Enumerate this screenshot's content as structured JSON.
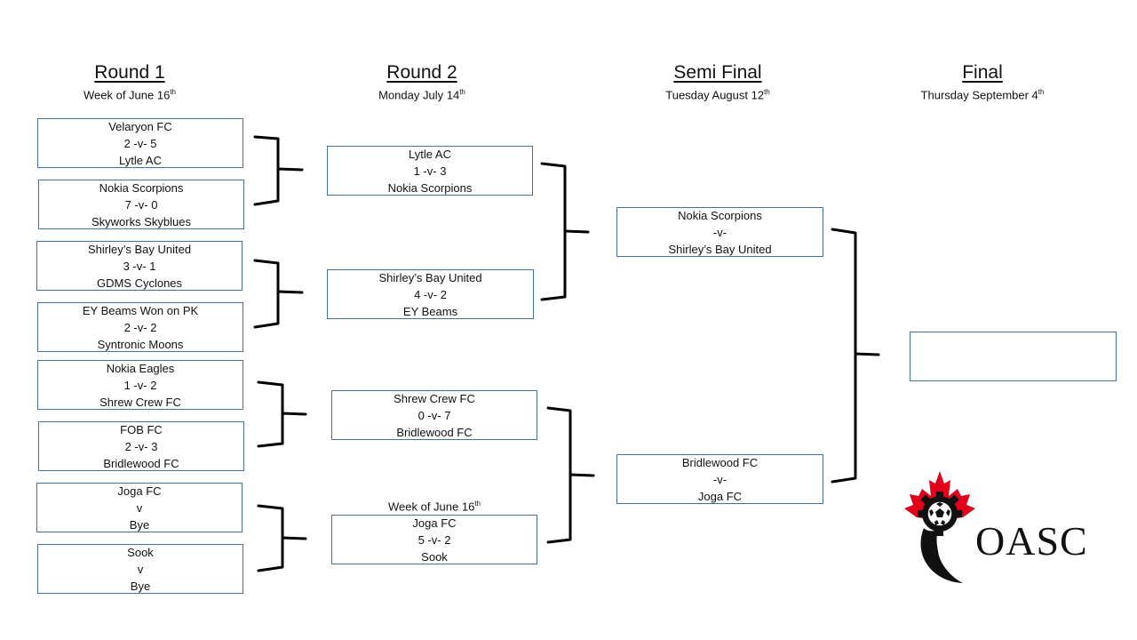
{
  "rounds": [
    {
      "title": "Round 1",
      "date": "Week of June 16",
      "date_suffix": "th"
    },
    {
      "title": "Round 2",
      "date": "Monday July 14",
      "date_suffix": "th"
    },
    {
      "title": "Semi Final",
      "date": "Tuesday August 12",
      "date_suffix": "th"
    },
    {
      "title": "Final",
      "date": "Thursday September 4",
      "date_suffix": "th"
    }
  ],
  "round1": [
    {
      "team1": "Velaryon FC",
      "score": "2 -v- 5",
      "team2": "Lytle AC"
    },
    {
      "team1": "Nokia Scorpions",
      "score": "7 -v- 0",
      "team2": "Skyworks Skyblues"
    },
    {
      "team1": "Shirley’s Bay United",
      "score": "3 -v- 1",
      "team2": "GDMS Cyclones"
    },
    {
      "team1": "EY Beams Won on PK",
      "score": "2 -v- 2",
      "team2": "Syntronic Moons"
    },
    {
      "team1": "Nokia Eagles",
      "score": "1 -v- 2",
      "team2": "Shrew Crew FC"
    },
    {
      "team1": "FOB FC",
      "score": "2 -v- 3",
      "team2": "Bridlewood FC"
    },
    {
      "team1": "Joga FC",
      "score": "v",
      "team2": "Bye"
    },
    {
      "team1": "Sook",
      "score": "v",
      "team2": "Bye"
    }
  ],
  "round2": [
    {
      "team1": "Lytle AC",
      "score": "1 -v- 3",
      "team2": "Nokia Scorpions"
    },
    {
      "team1": "Shirley’s Bay United",
      "score": "4 -v- 2",
      "team2": "EY Beams"
    },
    {
      "team1": "Shrew Crew FC",
      "score": "0 -v- 7",
      "team2": "Bridlewood FC"
    },
    {
      "team1": "Joga FC",
      "score": "5 -v- 2",
      "team2": "Sook"
    }
  ],
  "round2_note": {
    "text": "Week of June 16",
    "suffix": "th"
  },
  "semi": [
    {
      "team1": "Nokia Scorpions",
      "score": "-v-",
      "team2": "Shirley’s Bay United"
    },
    {
      "team1": "Bridlewood FC",
      "score": "-v-",
      "team2": "Joga FC"
    }
  ],
  "final": {
    "team1": "",
    "score": "",
    "team2": ""
  },
  "logo": {
    "text": "OASC",
    "icon": "maple-leaf-soccer-ball-logo",
    "leaf_color": "#e3001b",
    "ink_color": "#111111"
  },
  "colors": {
    "box_border": "#41719c",
    "bracket": "#000000"
  }
}
